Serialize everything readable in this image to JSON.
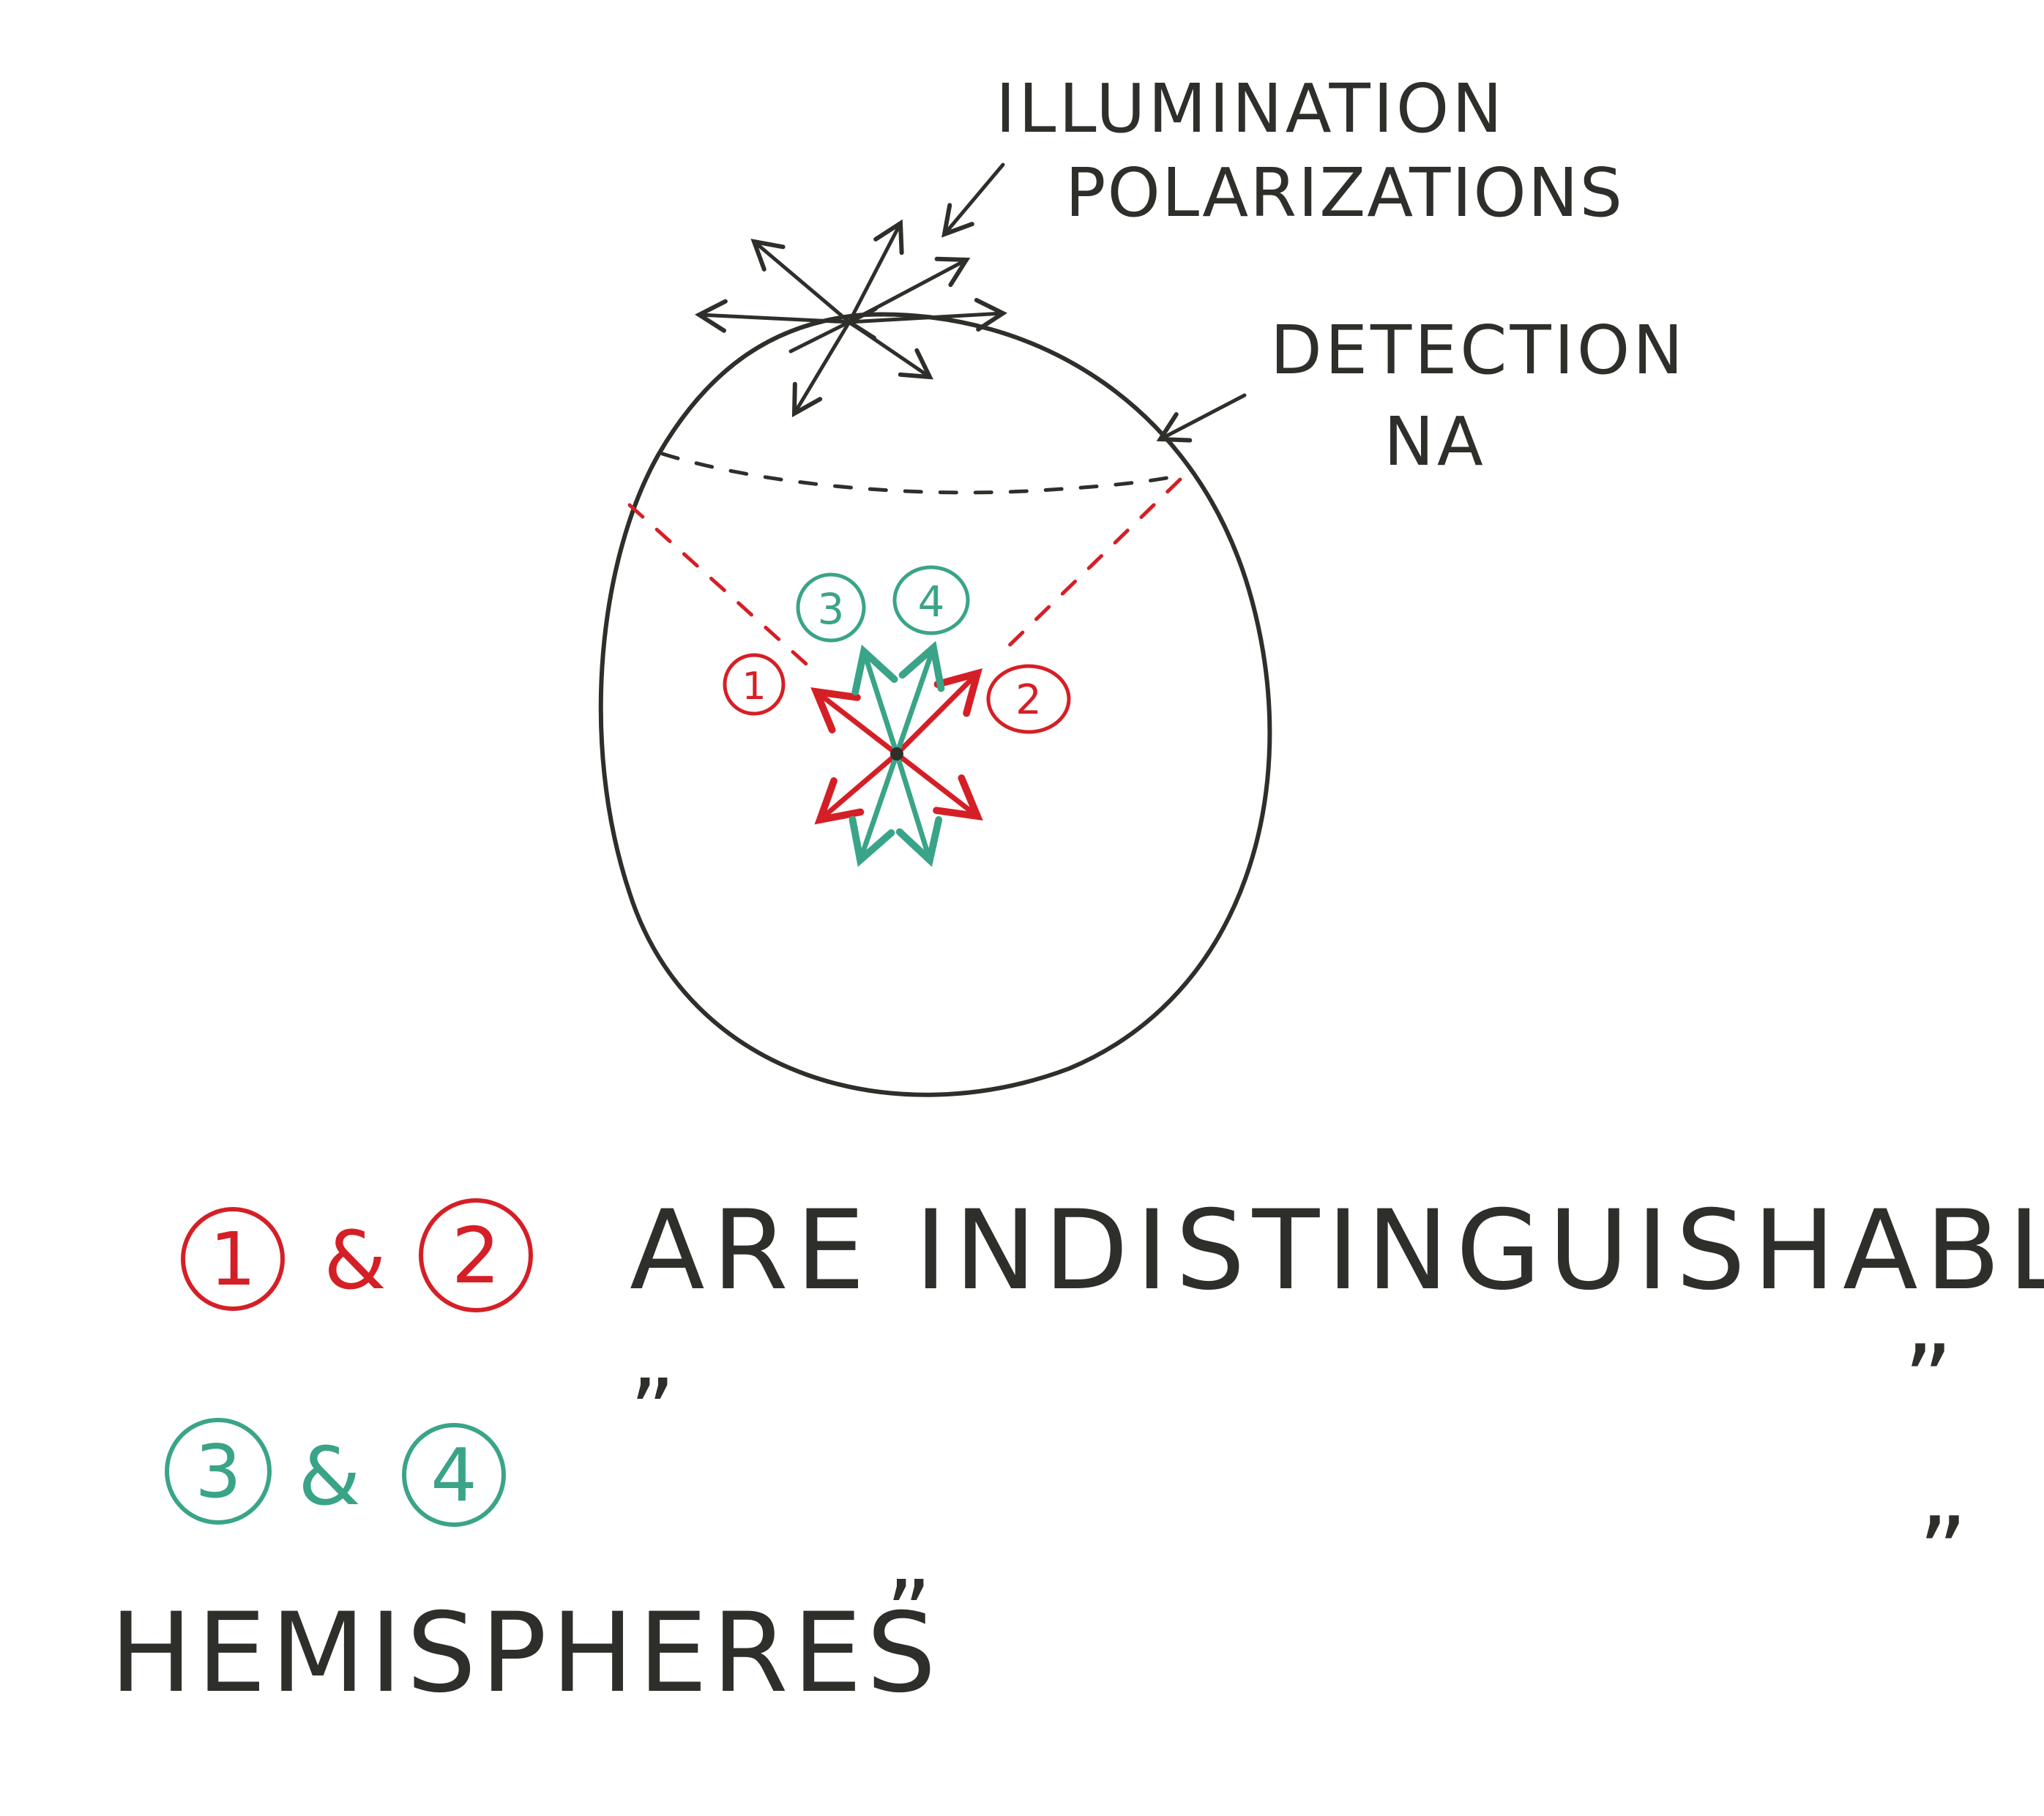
{
  "labels": {
    "illumination_line1": "ILLUMINATION",
    "illumination_line2": "POLARIZATIONS",
    "detection_line1": "DETECTION",
    "detection_line2": "NA"
  },
  "markers": {
    "one": "1",
    "two": "2",
    "three": "3",
    "four": "4"
  },
  "statements": {
    "amp": "&",
    "are_indistinguishable": "ARE INDISTINGUISHABLE",
    "ditto": "”",
    "hemispheres": "HEMISPHERES"
  },
  "colors": {
    "ink": "#2e2f2a",
    "red": "#d51f26",
    "green": "#3aa488"
  }
}
